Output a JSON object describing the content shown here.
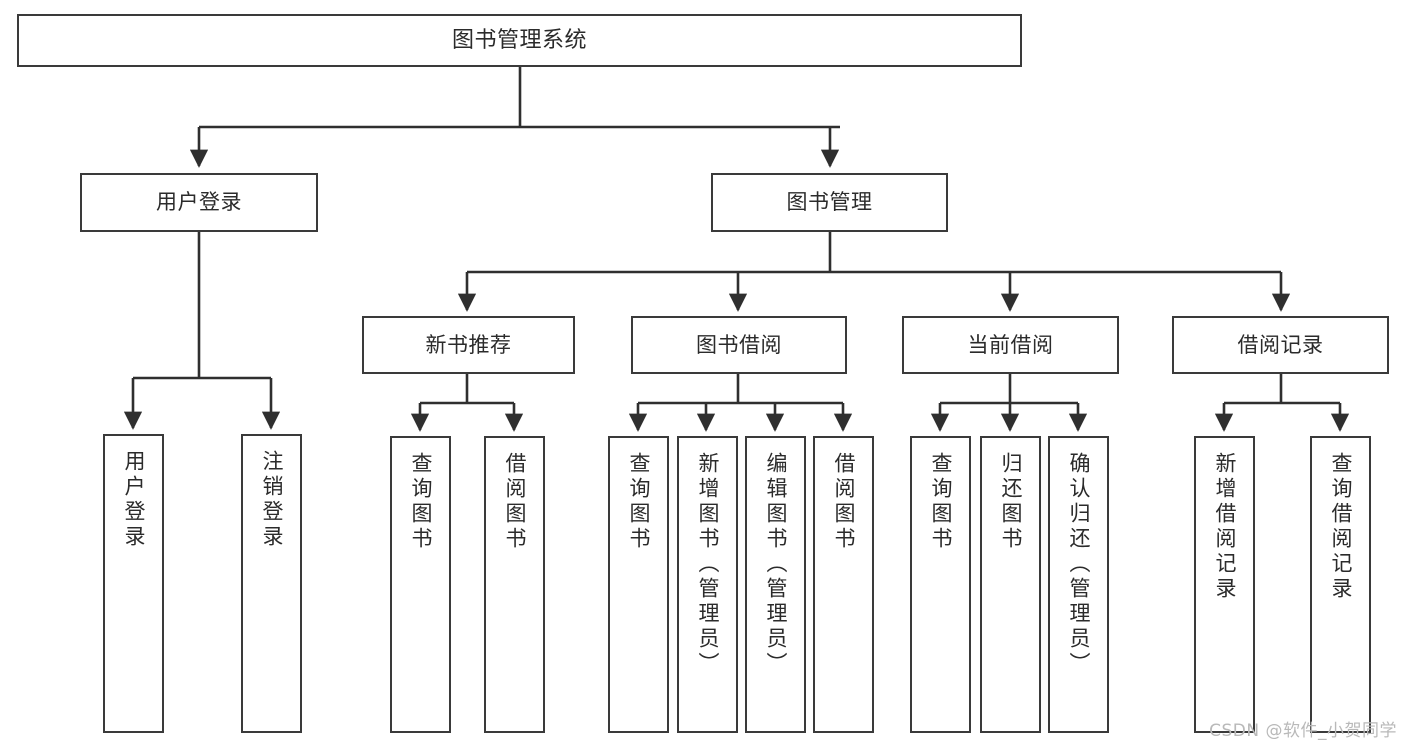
{
  "diagram": {
    "title": "图书管理系统",
    "type": "tree",
    "colors": {
      "box_border": "#3a3a3a",
      "box_fill": "#ffffff",
      "connector": "#2f2f2f",
      "text": "#2b2b2b",
      "watermark": "#b9b9b9",
      "background": "#ffffff"
    },
    "root": {
      "id": "root",
      "label": "图书管理系统"
    },
    "level2": [
      {
        "id": "login",
        "label": "用户登录"
      },
      {
        "id": "bookmgmt",
        "label": "图书管理"
      }
    ],
    "level3": [
      {
        "id": "newbook",
        "label": "新书推荐"
      },
      {
        "id": "borrow",
        "label": "图书借阅"
      },
      {
        "id": "current",
        "label": "当前借阅"
      },
      {
        "id": "records",
        "label": "借阅记录"
      }
    ],
    "leaves": [
      {
        "id": "leaf-user-login",
        "parent": "login",
        "label": "用户登录"
      },
      {
        "id": "leaf-user-logout",
        "parent": "login",
        "label": "注销登录"
      },
      {
        "id": "leaf-query-book-1",
        "parent": "newbook",
        "label": "查询图书"
      },
      {
        "id": "leaf-borrow-book-1",
        "parent": "newbook",
        "label": "借阅图书"
      },
      {
        "id": "leaf-query-book-2",
        "parent": "borrow",
        "label": "查询图书"
      },
      {
        "id": "leaf-add-book",
        "parent": "borrow",
        "label": "新增图书（管理员）"
      },
      {
        "id": "leaf-edit-book",
        "parent": "borrow",
        "label": "编辑图书（管理员）"
      },
      {
        "id": "leaf-borrow-book-2",
        "parent": "borrow",
        "label": "借阅图书"
      },
      {
        "id": "leaf-query-book-3",
        "parent": "current",
        "label": "查询图书"
      },
      {
        "id": "leaf-return-book",
        "parent": "current",
        "label": "归还图书"
      },
      {
        "id": "leaf-confirm-return",
        "parent": "current",
        "label": "确认归还（管理员）"
      },
      {
        "id": "leaf-add-record",
        "parent": "records",
        "label": "新增借阅记录"
      },
      {
        "id": "leaf-query-record",
        "parent": "records",
        "label": "查询借阅记录"
      }
    ],
    "edges": [
      "root->login",
      "root->bookmgmt",
      "bookmgmt->newbook",
      "bookmgmt->borrow",
      "bookmgmt->current",
      "bookmgmt->records",
      "login->leaf-user-login",
      "login->leaf-user-logout",
      "newbook->leaf-query-book-1",
      "newbook->leaf-borrow-book-1",
      "borrow->leaf-query-book-2",
      "borrow->leaf-add-book",
      "borrow->leaf-edit-book",
      "borrow->leaf-borrow-book-2",
      "current->leaf-query-book-3",
      "current->leaf-return-book",
      "current->leaf-confirm-return",
      "records->leaf-add-record",
      "records->leaf-query-record"
    ]
  },
  "watermark": {
    "text": "CSDN @软件_小贺同学"
  }
}
